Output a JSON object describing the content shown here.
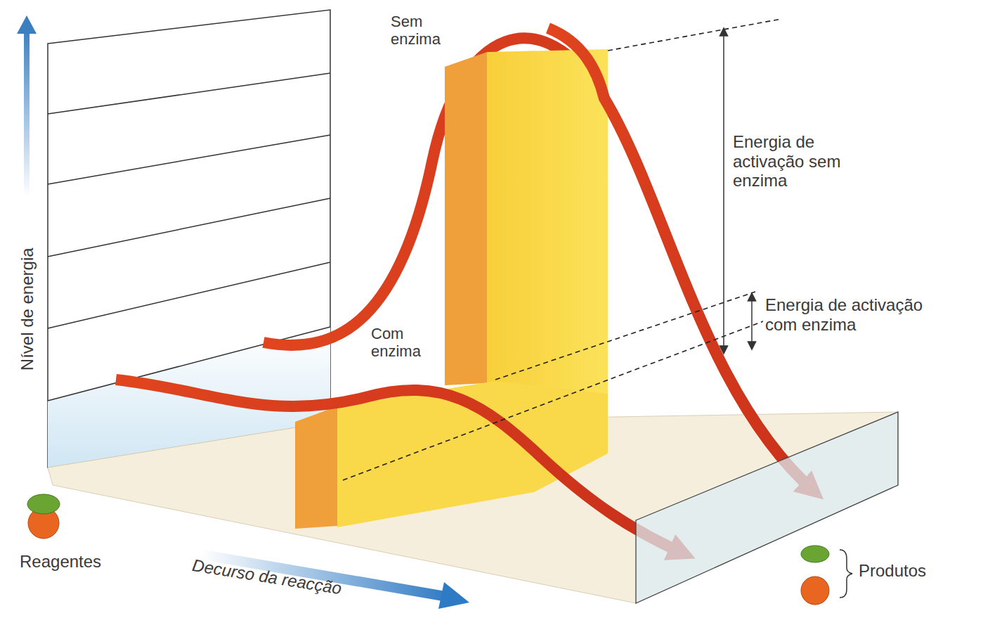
{
  "diagram": {
    "labels": [
      "Nível de energia",
      "Sem enzima",
      "Energia de activação sem enzima",
      "Com enzima",
      "Energia de activação com enzima",
      "Reagentes",
      "Decurso da reacção",
      "Produtos"
    ]
  }
}
